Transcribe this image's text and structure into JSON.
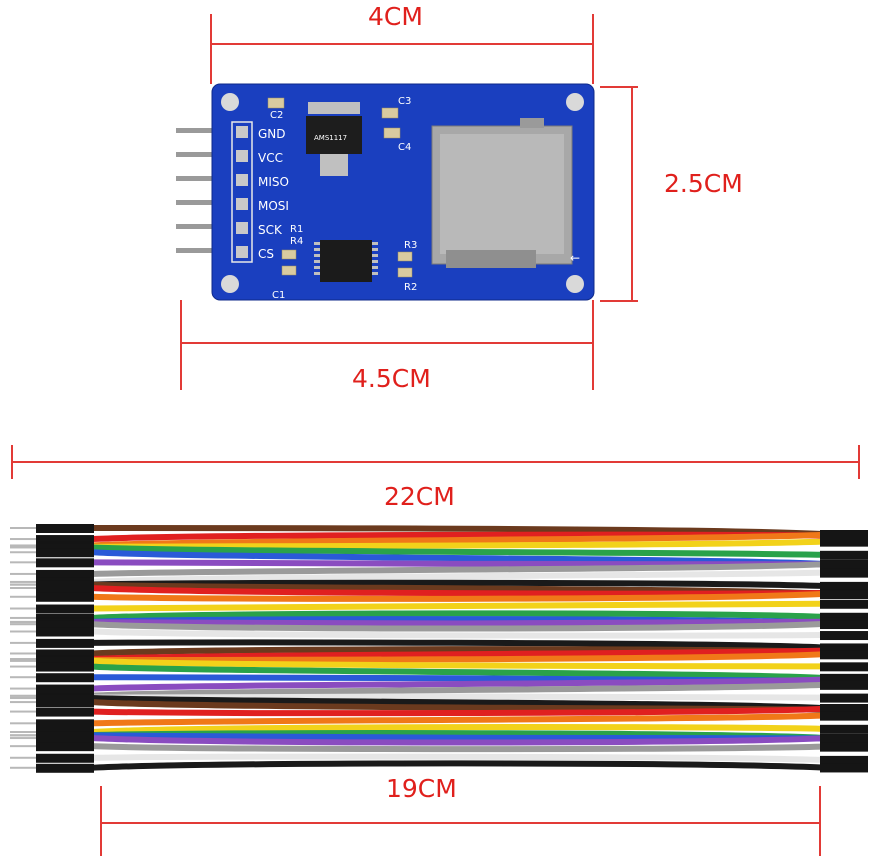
{
  "dimensions": {
    "module_width": "4CM",
    "module_height": "2.5CM",
    "module_total_width": "4.5CM",
    "cable_total_length": "22CM",
    "cable_wire_length": "19CM"
  },
  "module": {
    "pins": [
      "GND",
      "VCC",
      "MISO",
      "MOSI",
      "SCK",
      "CS"
    ],
    "components": [
      "C2",
      "C3",
      "C4",
      "R1",
      "R4",
      "R3",
      "R2",
      "C1"
    ],
    "chip_text": "AMS1117"
  },
  "colors": {
    "dimension": "#e0201c",
    "pcb": "#1a3fbf",
    "wires": [
      "#6b3a1e",
      "#e02020",
      "#f07818",
      "#f2d21a",
      "#2aa24a",
      "#2a5ad8",
      "#8a4cc0",
      "#9a9a9a",
      "#f4f4f4",
      "#1a1a1a"
    ]
  }
}
